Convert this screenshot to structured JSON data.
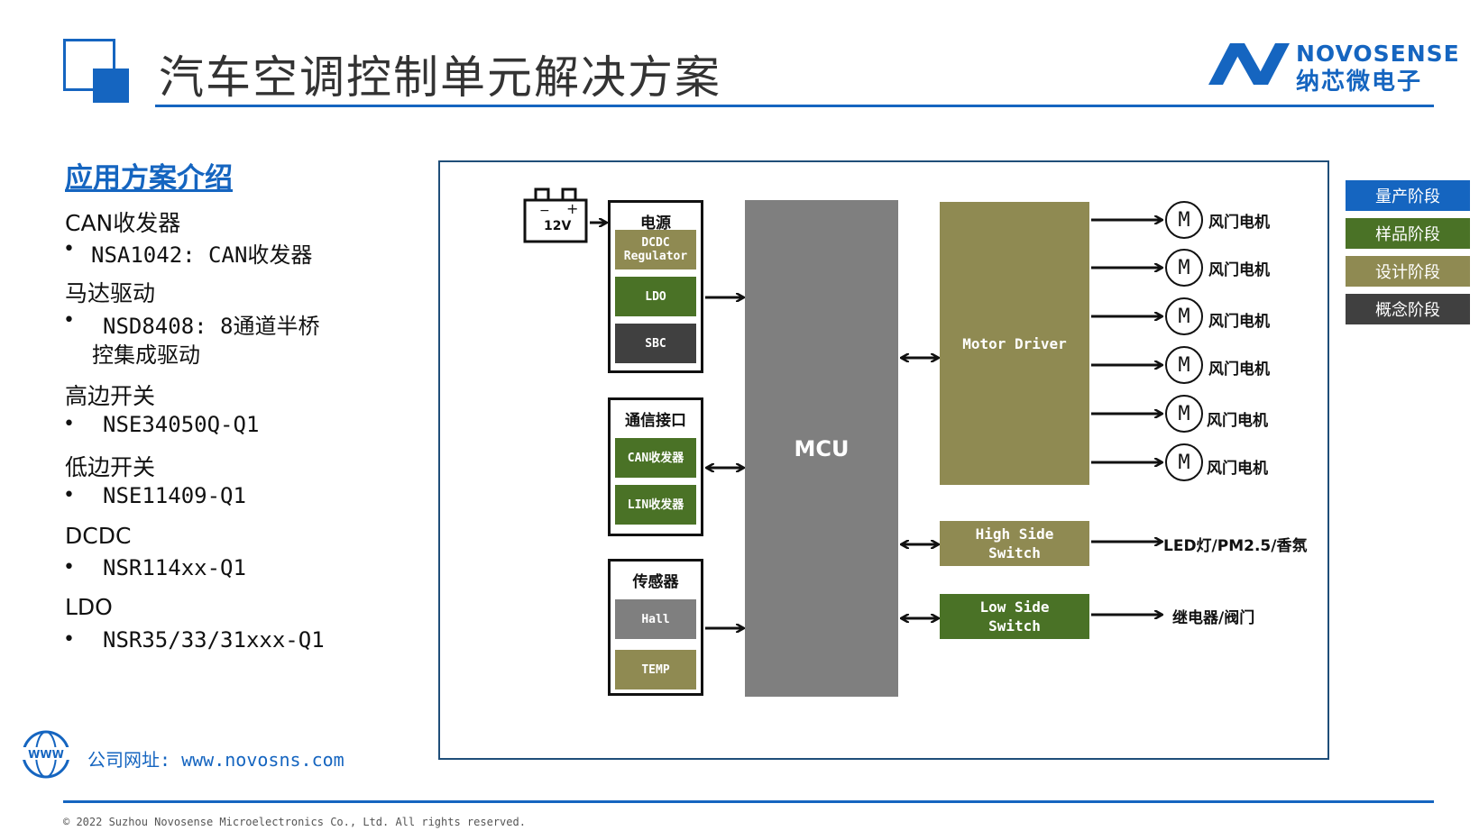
{
  "header": {
    "title": "汽车空调控制单元解决方案",
    "brand_en": "NOVOSENSE",
    "brand_cn": "纳芯微电子"
  },
  "intro": {
    "section_title": "应用方案介绍",
    "items": [
      {
        "heading": "CAN收发器",
        "lines": [
          "NSA1042: CAN收发器"
        ]
      },
      {
        "heading": "马达驱动",
        "lines": [
          "NSD8408: 8通道半桥",
          "控集成驱动"
        ]
      },
      {
        "heading": "高边开关",
        "lines": [
          "NSE34050Q-Q1"
        ]
      },
      {
        "heading": "低边开关",
        "lines": [
          "NSE11409-Q1"
        ]
      },
      {
        "heading": "DCDC",
        "lines": [
          "NSR114xx-Q1"
        ]
      },
      {
        "heading": "LDO",
        "lines": [
          "NSR35/33/31xxx-Q1"
        ]
      }
    ],
    "bullet": "•"
  },
  "footer": {
    "website": "公司网址: www.novosns.com",
    "copyright": "© 2022 Suzhou Novosense Microelectronics Co., Ltd.  All rights reserved."
  },
  "diagram": {
    "battery": {
      "label": "12V",
      "minus": "−",
      "plus": "+"
    },
    "power": {
      "title": "电源",
      "blocks": [
        "DCDC Regulator",
        "LDO",
        "SBC"
      ]
    },
    "comm": {
      "title": "通信接口",
      "blocks": [
        "CAN收发器",
        "LIN收发器"
      ]
    },
    "sensor": {
      "title": "传感器",
      "blocks": [
        "Hall",
        "TEMP"
      ]
    },
    "mcu": "MCU",
    "motor_driver": "Motor Driver",
    "high_side": "High Side\nSwitch",
    "low_side": "Low Side\nSwitch",
    "motor_symbol": "M",
    "motors": [
      "风门电机",
      "风门电机",
      "风门电机",
      "风门电机",
      "风门电机",
      "风门电机"
    ],
    "high_side_output": "LED灯/PM2.5/香氛",
    "low_side_output": "继电器/阀门"
  },
  "legend": [
    {
      "label": "量产阶段",
      "color": "#1565c0"
    },
    {
      "label": "样品阶段",
      "color": "#4a7226"
    },
    {
      "label": "设计阶段",
      "color": "#8f8a52"
    },
    {
      "label": "概念阶段",
      "color": "#404040"
    }
  ]
}
